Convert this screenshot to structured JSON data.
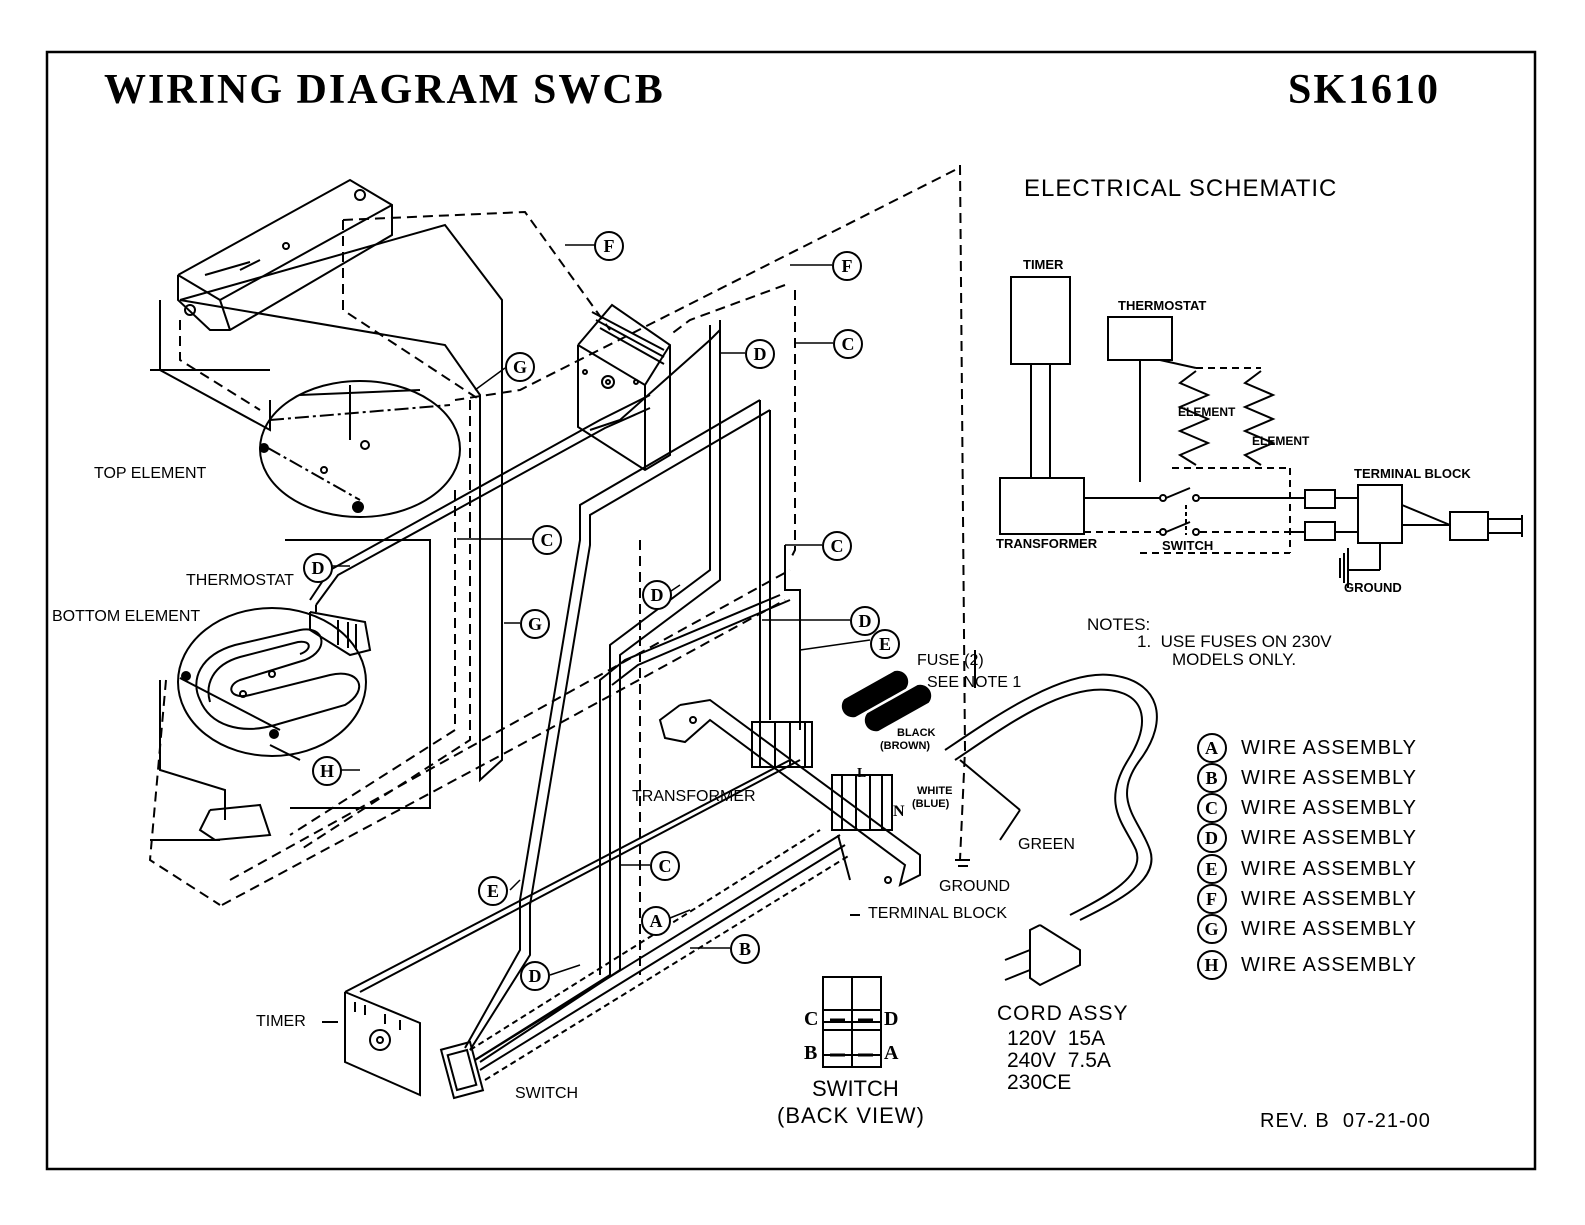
{
  "title": "WIRING DIAGRAM SWCB",
  "model": "SK1610",
  "schematic": {
    "heading": "ELECTRICAL SCHEMATIC",
    "timer": "TIMER",
    "thermostat": "THERMOSTAT",
    "element_1": "ELEMENT",
    "element_2": "ELEMENT",
    "terminal_block": "TERMINAL BLOCK",
    "transformer": "TRANSFORMER",
    "switch": "SWITCH",
    "ground": "GROUND"
  },
  "notes": {
    "heading": "NOTES:",
    "line1": "1.  USE FUSES ON 230V",
    "line2": "MODELS ONLY."
  },
  "legend": [
    {
      "letter": "A",
      "label": "WIRE ASSEMBLY"
    },
    {
      "letter": "B",
      "label": "WIRE ASSEMBLY"
    },
    {
      "letter": "C",
      "label": "WIRE ASSEMBLY"
    },
    {
      "letter": "D",
      "label": "WIRE ASSEMBLY"
    },
    {
      "letter": "E",
      "label": "WIRE ASSEMBLY"
    },
    {
      "letter": "F",
      "label": "WIRE ASSEMBLY"
    },
    {
      "letter": "G",
      "label": "WIRE ASSEMBLY"
    },
    {
      "letter": "H",
      "label": "WIRE ASSEMBLY"
    }
  ],
  "components": {
    "top_element": "TOP ELEMENT",
    "thermostat": "THERMOSTAT",
    "bottom_element": "BOTTOM ELEMENT",
    "transformer": "TRANSFORMER",
    "timer": "TIMER",
    "switch": "SWITCH",
    "terminal_block": "TERMINAL BLOCK",
    "ground": "GROUND",
    "green": "GREEN",
    "fuse": "FUSE (2)",
    "see_note": "SEE NOTE 1",
    "black": "BLACK",
    "brown": "(BROWN)",
    "white": "WHITE",
    "blue": "(BLUE)",
    "l": "L",
    "n": "N"
  },
  "switch_back_view": {
    "c": "C",
    "d": "D",
    "b": "B",
    "a": "A",
    "caption1": "SWITCH",
    "caption2": "(BACK VIEW)"
  },
  "cord": {
    "title": "CORD ASSY",
    "line1": "120V  15A",
    "line2": "240V  7.5A",
    "line3": "230CE"
  },
  "wire_callouts": {
    "f1": "F",
    "f2": "F",
    "g1": "G",
    "g2": "G",
    "d1": "D",
    "d2": "D",
    "d3": "D",
    "d4": "D",
    "d5": "D",
    "c1": "C",
    "c2": "C",
    "c3": "C",
    "c4": "C",
    "e1": "E",
    "e2": "E",
    "h1": "H",
    "a1": "A",
    "b1": "B"
  },
  "revision": "REV. B  07-21-00"
}
